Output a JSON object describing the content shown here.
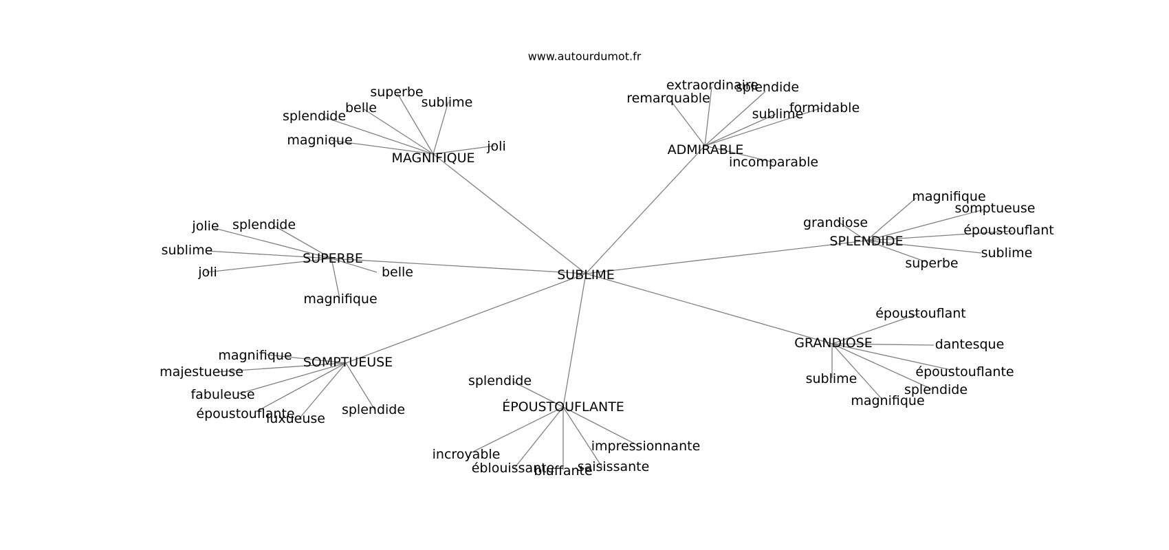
{
  "site": "www.autourdumot.fr",
  "root": "SUBLIME",
  "groups": [
    {
      "label": "MAGNIFIQUE",
      "words": [
        "superbe",
        "sublime",
        "belle",
        "splendide",
        "magnique",
        "joli"
      ]
    },
    {
      "label": "ADMIRABLE",
      "words": [
        "extraordinaire",
        "splendide",
        "remarquable",
        "formidable",
        "sublime",
        "incomparable"
      ]
    },
    {
      "label": "SUPERBE",
      "words": [
        "jolie",
        "splendide",
        "sublime",
        "joli",
        "belle",
        "magnifique"
      ]
    },
    {
      "label": "SPLENDIDE",
      "words": [
        "magnifique",
        "somptueuse",
        "grandiose",
        "époustouflant",
        "sublime",
        "superbe"
      ]
    },
    {
      "label": "GRANDIOSE",
      "words": [
        "époustouflant",
        "dantesque",
        "époustouflante",
        "sublime",
        "splendide",
        "magnifique"
      ]
    },
    {
      "label": "SOMPTUEUSE",
      "words": [
        "magnifique",
        "majestueuse",
        "fabuleuse",
        "époustouflante",
        "luxueuse",
        "splendide"
      ]
    },
    {
      "label": "ÉPOUSTOUFLANTE",
      "words": [
        "splendide",
        "impressionnante",
        "incroyable",
        "éblouissante",
        "saisissante",
        "bluffante"
      ]
    }
  ]
}
